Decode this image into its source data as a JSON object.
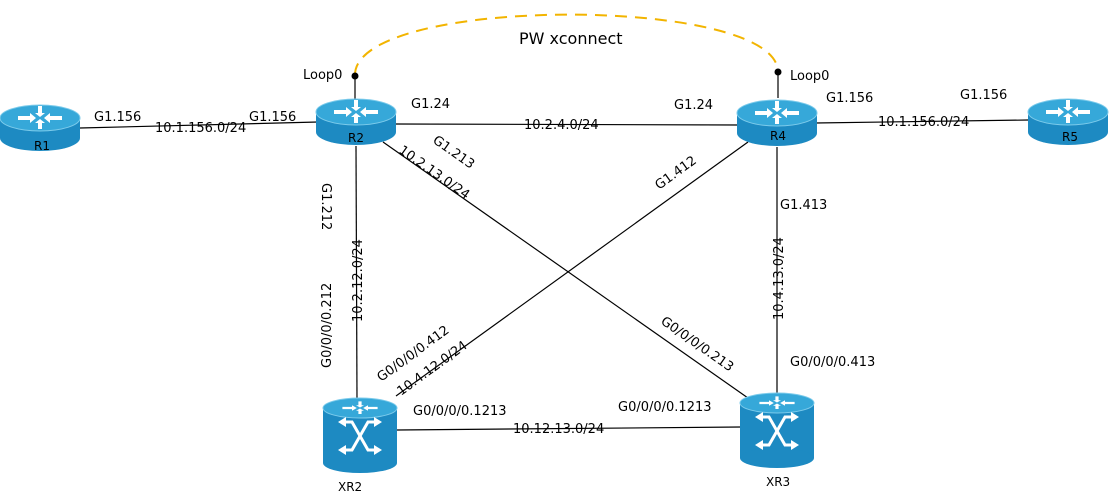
{
  "overlay": {
    "pw_label": "PW xconnect",
    "pw_color": "#f2b400",
    "loop_r2": "Loop0",
    "loop_r4": "Loop0"
  },
  "colors": {
    "router_top": "#36a8d9",
    "router_side": "#1d8ac2",
    "router_rim": "#7ccbeb",
    "arrow": "#ffffff"
  },
  "devices": {
    "r1": {
      "name": "R1",
      "type": "router-icon"
    },
    "r2": {
      "name": "R2",
      "type": "router-icon"
    },
    "r4": {
      "name": "R4",
      "type": "router-icon"
    },
    "r5": {
      "name": "R5",
      "type": "router-icon"
    },
    "xr2": {
      "name": "XR2",
      "type": "switch-router-icon"
    },
    "xr3": {
      "name": "XR3",
      "type": "switch-router-icon"
    }
  },
  "links": {
    "r1_r2": {
      "subnet": "10.1.156.0/24",
      "if_a": "G1.156",
      "if_b": "G1.156"
    },
    "r2_r4": {
      "subnet": "10.2.4.0/24",
      "if_a": "G1.24",
      "if_b": "G1.24"
    },
    "r4_r5": {
      "subnet": "10.1.156.0/24",
      "if_a": "G1.156",
      "if_b": "G1.156"
    },
    "r2_xr2": {
      "subnet": "10.2.12.0/24",
      "if_a": "G1.212",
      "if_b": "G0/0/0/0.212"
    },
    "r2_xr3": {
      "subnet": "10.2.13.0/24",
      "if_a": "G1.213",
      "if_b": "G0/0/0/0.213"
    },
    "r4_xr2": {
      "subnet": "10.4.12.0/24",
      "if_a": "G1.412",
      "if_b": "G0/0/0/0.412"
    },
    "r4_xr3": {
      "subnet": "10.4.13.0/24",
      "if_a": "G1.413",
      "if_b": "G0/0/0/0.413"
    },
    "xr2_xr3": {
      "subnet": "10.12.13.0/24",
      "if_a": "G0/0/0/0.1213",
      "if_b": "G0/0/0/0.1213"
    }
  }
}
